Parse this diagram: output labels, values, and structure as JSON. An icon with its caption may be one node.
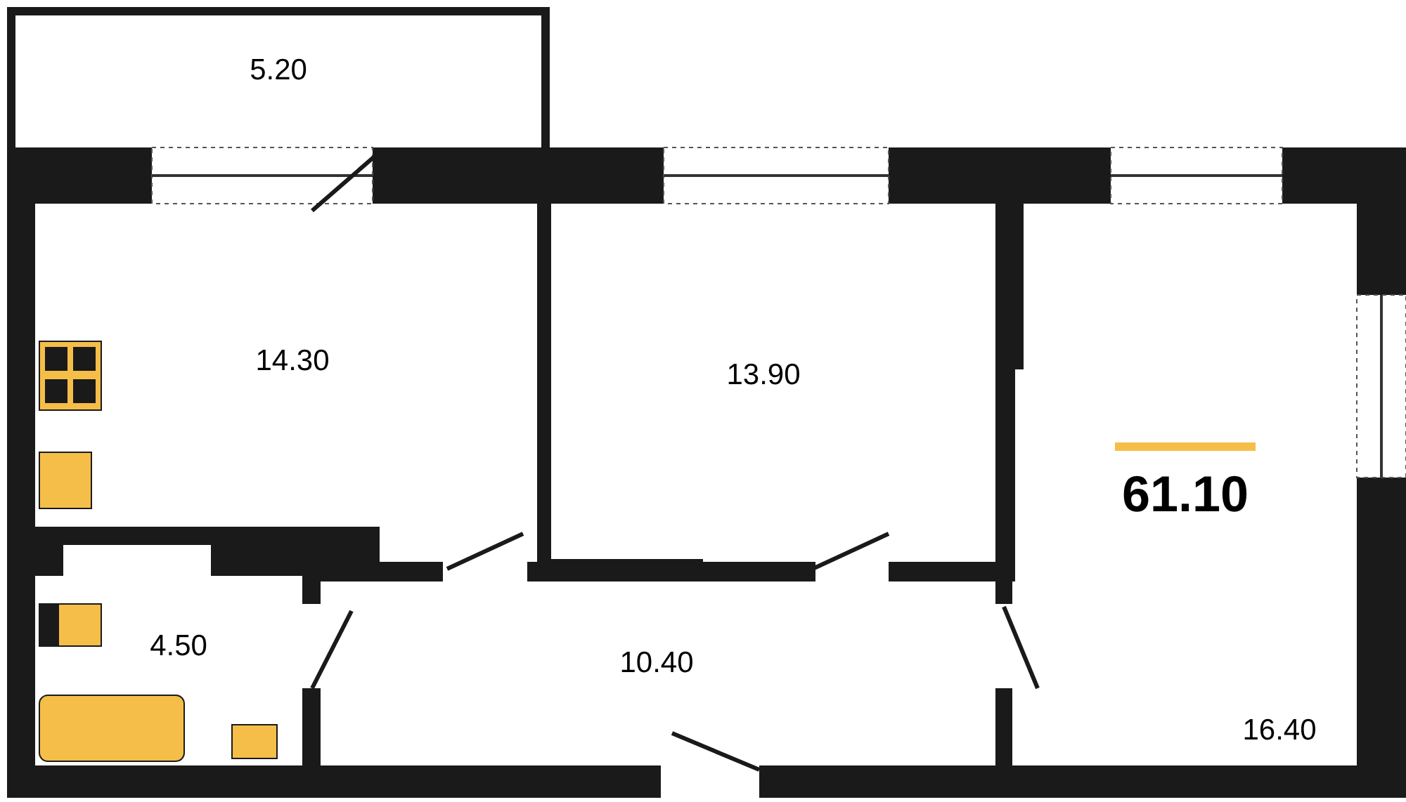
{
  "diagram": {
    "labels": [
      "5.20",
      "14.30",
      "13.90",
      "61.10",
      "4.50",
      "10.40",
      "16.40"
    ]
  }
}
